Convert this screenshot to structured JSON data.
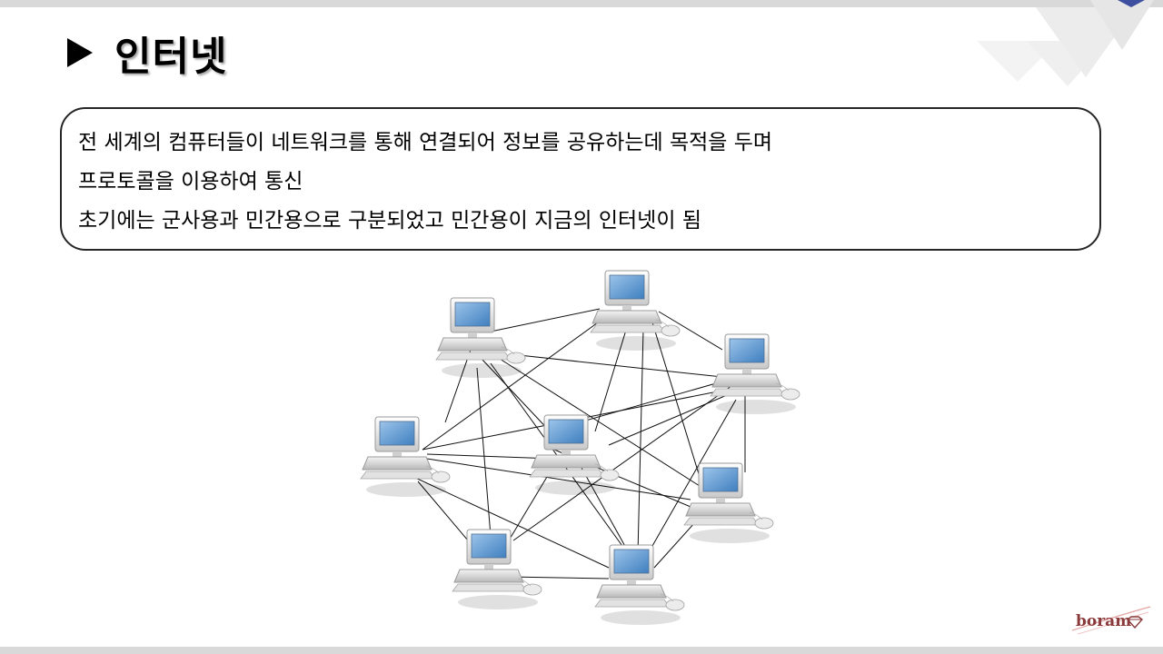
{
  "slide": {
    "title": "인터넷",
    "description_lines": [
      "전 세계의 컴퓨터들이 네트워크를 통해 연결되어 정보를 공유하는데 목적을 두며",
      "프로토콜을 이용하여 통신",
      "초기에는 군사용과 민간용으로 구분되었고 민간용이 지금의 인터넷이 됨"
    ]
  },
  "diagram": {
    "nodes": [
      "computer-1",
      "computer-2",
      "computer-3",
      "computer-4",
      "computer-5",
      "computer-6",
      "computer-7",
      "computer-8"
    ]
  },
  "logo": {
    "text": "boram",
    "icon": "diamond-icon"
  },
  "colors": {
    "accent_corner": "#3d4f9e",
    "screen": "#6aa2d4",
    "box_border": "#262626",
    "logo": "#8a3a3a"
  }
}
